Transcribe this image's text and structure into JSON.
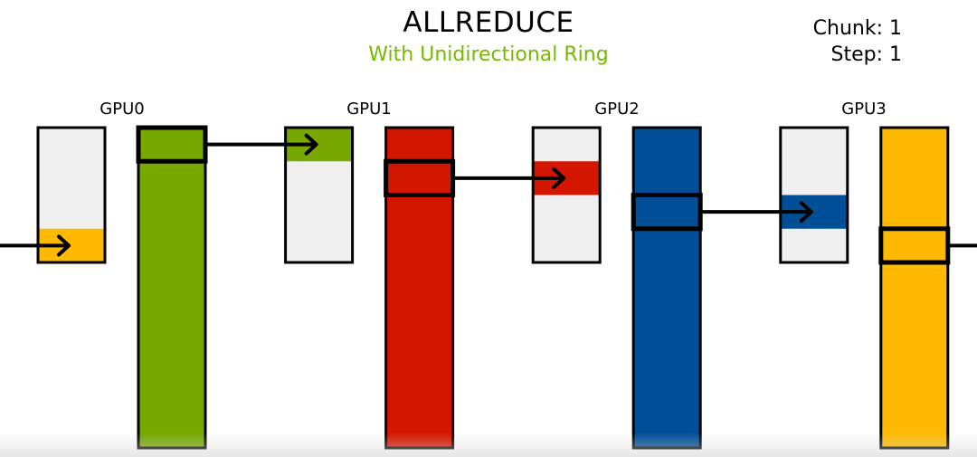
{
  "header": {
    "title": "ALLREDUCE",
    "subtitle": "With Unidirectional Ring"
  },
  "status": {
    "chunk_label": "Chunk: 1",
    "step_label": "Step: 1"
  },
  "gpus": [
    {
      "label": "GPU0",
      "color": "#76a800",
      "received_chunk": 4,
      "received_color": "#ffb900",
      "sent_chunk": 1
    },
    {
      "label": "GPU1",
      "color": "#d41600",
      "received_chunk": 1,
      "received_color": "#76a800",
      "sent_chunk": 2
    },
    {
      "label": "GPU2",
      "color": "#004f96",
      "received_chunk": 2,
      "received_color": "#d41600",
      "sent_chunk": 3
    },
    {
      "label": "GPU3",
      "color": "#ffb900",
      "received_chunk": 3,
      "received_color": "#004f96",
      "sent_chunk": 4
    }
  ],
  "buffer_background": "#efefef",
  "chunks_per_buffer": 4
}
